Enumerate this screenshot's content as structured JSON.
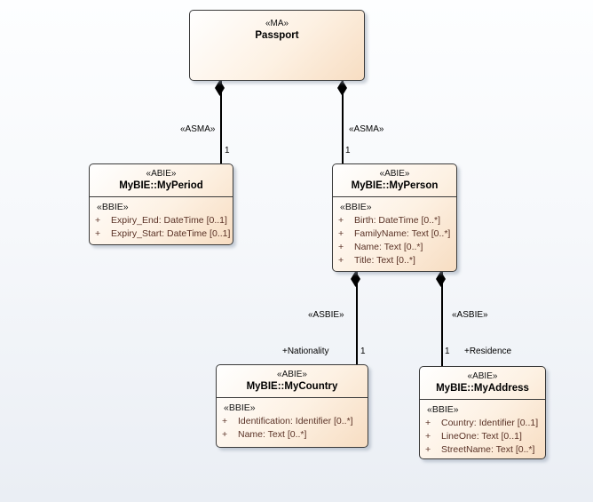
{
  "colors": {
    "bg_top": "#fdfeff",
    "bg_bottom": "#eaeef4",
    "box_fill_start": "#ffffff",
    "box_fill_end": "#f7ddc2",
    "box_border": "#3a3a3a",
    "attr_text": "#5a3226"
  },
  "classes": [
    {
      "stereotype": "«MA»",
      "name": "Passport",
      "attributes": []
    },
    {
      "stereotype": "«ABIE»",
      "name": "MyBIE::MyPeriod",
      "section": "«BBIE»",
      "attributes": [
        {
          "vis": "+",
          "text": "Expiry_End: DateTime [0..1]"
        },
        {
          "vis": "+",
          "text": "Expiry_Start: DateTime [0..1]"
        }
      ]
    },
    {
      "stereotype": "«ABIE»",
      "name": "MyBIE::MyPerson",
      "section": "«BBIE»",
      "attributes": [
        {
          "vis": "+",
          "text": "Birth: DateTime [0..*]"
        },
        {
          "vis": "+",
          "text": "FamilyName: Text [0..*]"
        },
        {
          "vis": "+",
          "text": "Name: Text [0..*]"
        },
        {
          "vis": "+",
          "text": "Title: Text [0..*]"
        }
      ]
    },
    {
      "stereotype": "«ABIE»",
      "name": "MyBIE::MyCountry",
      "section": "«BBIE»",
      "attributes": [
        {
          "vis": "+",
          "text": "Identification: Identifier [0..*]"
        },
        {
          "vis": "+",
          "text": "Name: Text [0..*]"
        }
      ]
    },
    {
      "stereotype": "«ABIE»",
      "name": "MyBIE::MyAddress",
      "section": "«BBIE»",
      "attributes": [
        {
          "vis": "+",
          "text": "Country: Identifier [0..1]"
        },
        {
          "vis": "+",
          "text": "LineOne: Text [0..1]"
        },
        {
          "vis": "+",
          "text": "StreetName: Text [0..*]"
        }
      ]
    }
  ],
  "connectors": [
    {
      "stereotype": "«ASMA»",
      "multiplicity": "1"
    },
    {
      "stereotype": "«ASMA»",
      "multiplicity": "1"
    },
    {
      "stereotype": "«ASBIE»",
      "multiplicity": "1",
      "role": "+Nationality"
    },
    {
      "stereotype": "«ASBIE»",
      "multiplicity": "1",
      "role": "+Residence"
    }
  ]
}
